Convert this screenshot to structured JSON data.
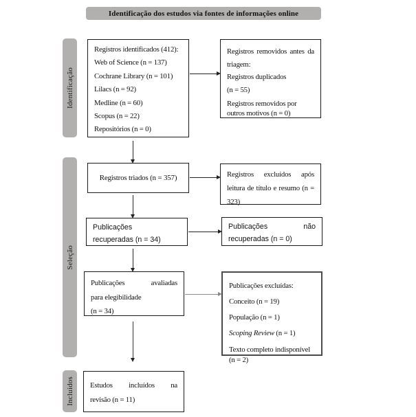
{
  "title": "Identificação dos estudos via fontes de informações online",
  "sidebar": {
    "identification": "Identificação",
    "selection": "Seleção",
    "included": "Incluídos"
  },
  "boxes": {
    "identified": {
      "lines": [
        "Registros identificados (412):",
        "Web of Science (n = 137)",
        "Cochrane Library (n = 101)",
        "Lilacs (n = 92)",
        "Medline (n = 60)",
        "Scopus (n = 22)",
        "Repositórios (n = 0)"
      ]
    },
    "removed": {
      "p1": "Registros removidos antes da triagem:",
      "p2": "Registros duplicados",
      "p3": "(n = 55)",
      "p4": "Registros removidos por outros motivos (n = 0)"
    },
    "screened": {
      "text": "Registros triados (n = 357)"
    },
    "excluded_after_screening": {
      "text": "Registros excluídos após leitura de título e resumo (n = 323)"
    },
    "retrieved": {
      "line1": "Publicações",
      "line2": "recuperadas (n = 34)"
    },
    "not_retrieved": {
      "line1": "Publicações não",
      "line2": "recuperadas (n = 0)"
    },
    "assessed": {
      "line1": "Publicações avaliadas",
      "line2": "para elegibilidade",
      "line3": "(n = 34)"
    },
    "excluded_eligibility": {
      "title": "Publicações excluídas:",
      "item_concept": "Conceito (n = 19)",
      "item_population": "População (n = 1)",
      "item_scoping_italic": "Scoping Review",
      "item_scoping_rest": " (n = 1)",
      "item_fulltext": "Texto completo indisponível (n = 2)"
    },
    "included_studies": {
      "line1": "Estudos incluídos na",
      "line2": "revisão (n = 11)"
    }
  },
  "colors": {
    "bar_gray": "#b2afaf",
    "box_border": "#1a1a1a",
    "eligibility_box_border": "#4a4a4a"
  }
}
